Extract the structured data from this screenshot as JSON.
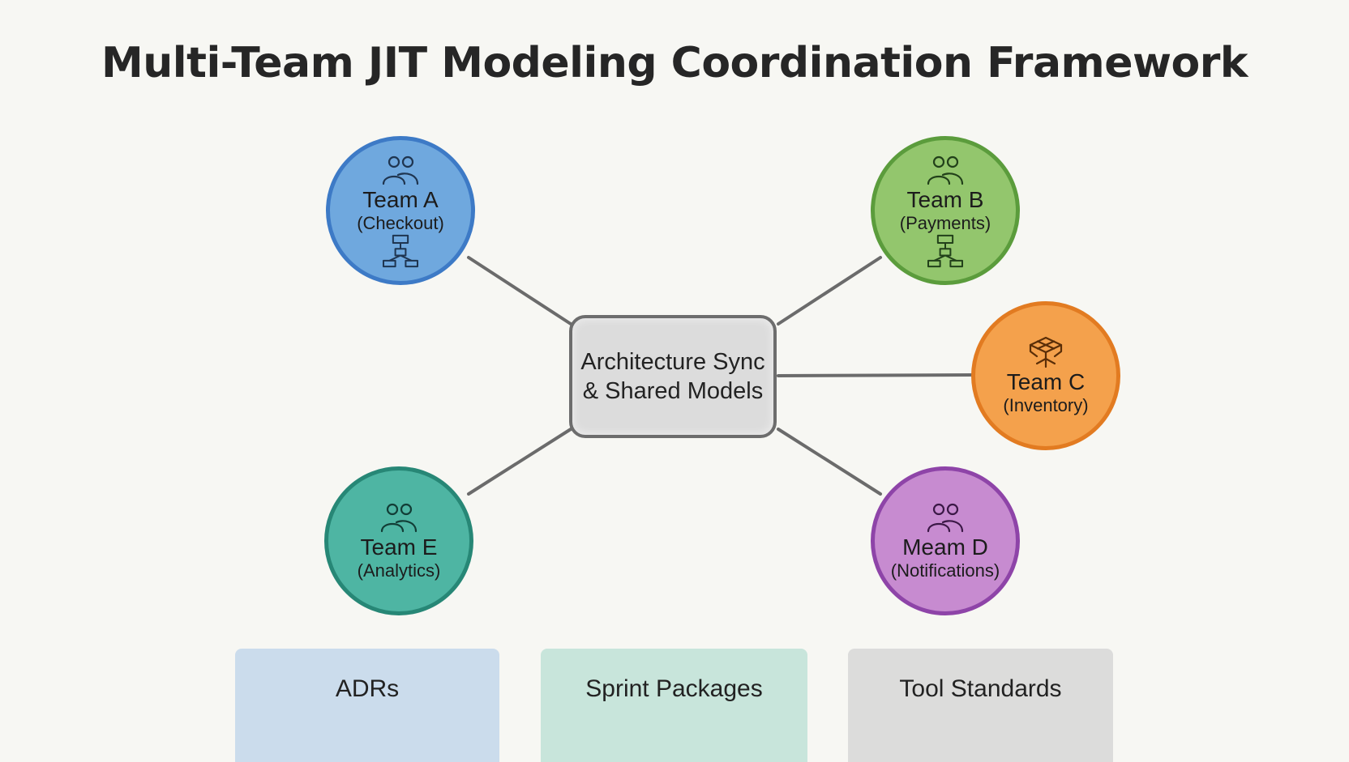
{
  "title": "Multi-Team JIT Modeling Coordination Framework",
  "hub": {
    "label": "Architecture Sync & Shared Models"
  },
  "teams": [
    {
      "name": "Team A",
      "area": "(Checkout)",
      "icons": [
        "people-icon",
        "hierarchy-icon"
      ],
      "color": "#6fa8de"
    },
    {
      "name": "Team B",
      "area": "(Payments)",
      "icons": [
        "people-icon",
        "hierarchy-icon"
      ],
      "color": "#93c66d"
    },
    {
      "name": "Team C",
      "area": "(Inventory)",
      "icons": [
        "network-icon"
      ],
      "color": "#f4a14c"
    },
    {
      "name": "Meam D",
      "area": "(Notifications)",
      "icons": [
        "people-icon"
      ],
      "color": "#c78bd0"
    },
    {
      "name": "Team E",
      "area": "(Analytics)",
      "icons": [
        "people-icon"
      ],
      "color": "#4eb5a3"
    }
  ],
  "cards": [
    {
      "label": "ADRs",
      "color": "#cbdcec"
    },
    {
      "label": "Sprint Packages",
      "color": "#c8e5db"
    },
    {
      "label": "Tool Standards",
      "color": "#dcdcdb"
    }
  ],
  "colors": {
    "background": "#f7f7f3",
    "connector": "#6b6b6b",
    "hub_fill": "#dcdcdc"
  }
}
